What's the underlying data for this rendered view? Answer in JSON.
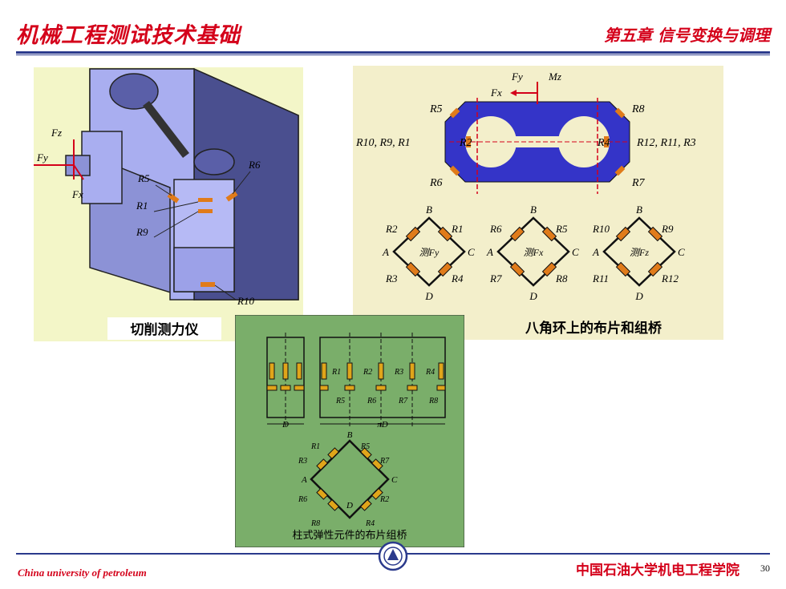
{
  "header": {
    "course_title": "机械工程测试技术基础",
    "chapter_title": "第五章 信号变换与调理"
  },
  "panels": {
    "dynamometer": {
      "caption": "切削测力仪",
      "labels": [
        "Fz",
        "Fy",
        "Fx",
        "R5",
        "R1",
        "R9",
        "R6",
        "R10"
      ]
    },
    "octagonal": {
      "caption": "八角环上的布片和组桥",
      "force_labels": [
        "Fy",
        "Mz",
        "Fx"
      ],
      "resistor_labels": [
        "R5",
        "R8",
        "R10, R9, R1",
        "R2",
        "R4",
        "R12, R11, R3",
        "R6",
        "R7"
      ],
      "bridges": [
        {
          "center": "测Fy",
          "tl": "R2",
          "tr": "R1",
          "bl": "R3",
          "br": "R4"
        },
        {
          "center": "测Fx",
          "tl": "R6",
          "tr": "R5",
          "bl": "R7",
          "br": "R8"
        },
        {
          "center": "测Fz",
          "tl": "R10",
          "tr": "R9",
          "bl": "R11",
          "br": "R12"
        }
      ],
      "nodes": [
        "A",
        "B",
        "C",
        "D"
      ]
    },
    "column": {
      "caption": "柱式弹性元件的布片组桥",
      "top_labels": [
        "R1",
        "R2",
        "R3",
        "R4"
      ],
      "bottom_labels": [
        "R5",
        "R6",
        "R7",
        "R8"
      ],
      "dim_left": "D",
      "dim_right": "πD",
      "bridge": {
        "tl1": "R1",
        "tr1": "R5",
        "tl2": "R3",
        "tr2": "R7",
        "bl1": "R6",
        "br1": "R2",
        "bl2": "R8",
        "br2": "R4",
        "b": "B",
        "a": "A",
        "c": "C",
        "d": "D"
      }
    }
  },
  "footer": {
    "university_en": "China university of petroleum",
    "school_cn": "中国石油大学机电工程学院",
    "page_number": "30"
  }
}
